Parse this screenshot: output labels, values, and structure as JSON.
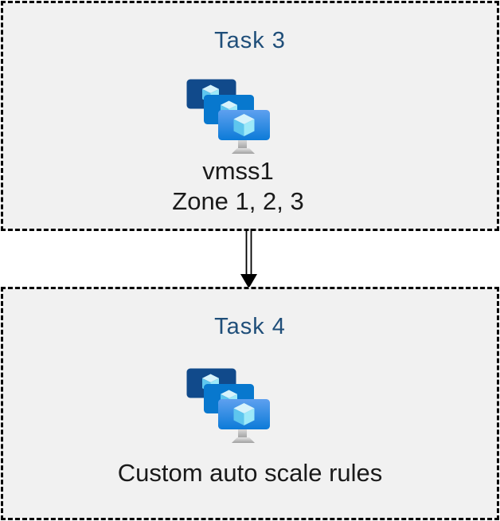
{
  "diagram": {
    "kind": "task-flow",
    "connector": {
      "name": "arrow-down",
      "style": "double-line",
      "direction": "down"
    }
  },
  "colors": {
    "page_bg": "#ffffff",
    "box_fill": "#f1f1f1",
    "box_border": "#000000",
    "title_blue": "#1f4e79",
    "body_text": "#1a1a1a",
    "arrow_color": "#000000",
    "monitor_back": "#114a8b",
    "monitor_middle": "#0878ce",
    "monitor_front_top": "#5ea0ef",
    "monitor_front_bottom": "#0c7bd8",
    "cube_top": "#d7f3fb",
    "cube_left": "#5ec6ee",
    "cube_right": "#9ce9f9",
    "stand_top": "#e3e3e3",
    "stand_bottom": "#a0a0a0"
  },
  "tasks": [
    {
      "title": "Task 3",
      "icon": "vm-scale-sets-icon",
      "lines": [
        "vmss1",
        "Zone 1, 2, 3"
      ]
    },
    {
      "title": "Task 4",
      "icon": "vm-scale-sets-icon",
      "lines": [
        "Custom auto scale rules"
      ]
    }
  ]
}
